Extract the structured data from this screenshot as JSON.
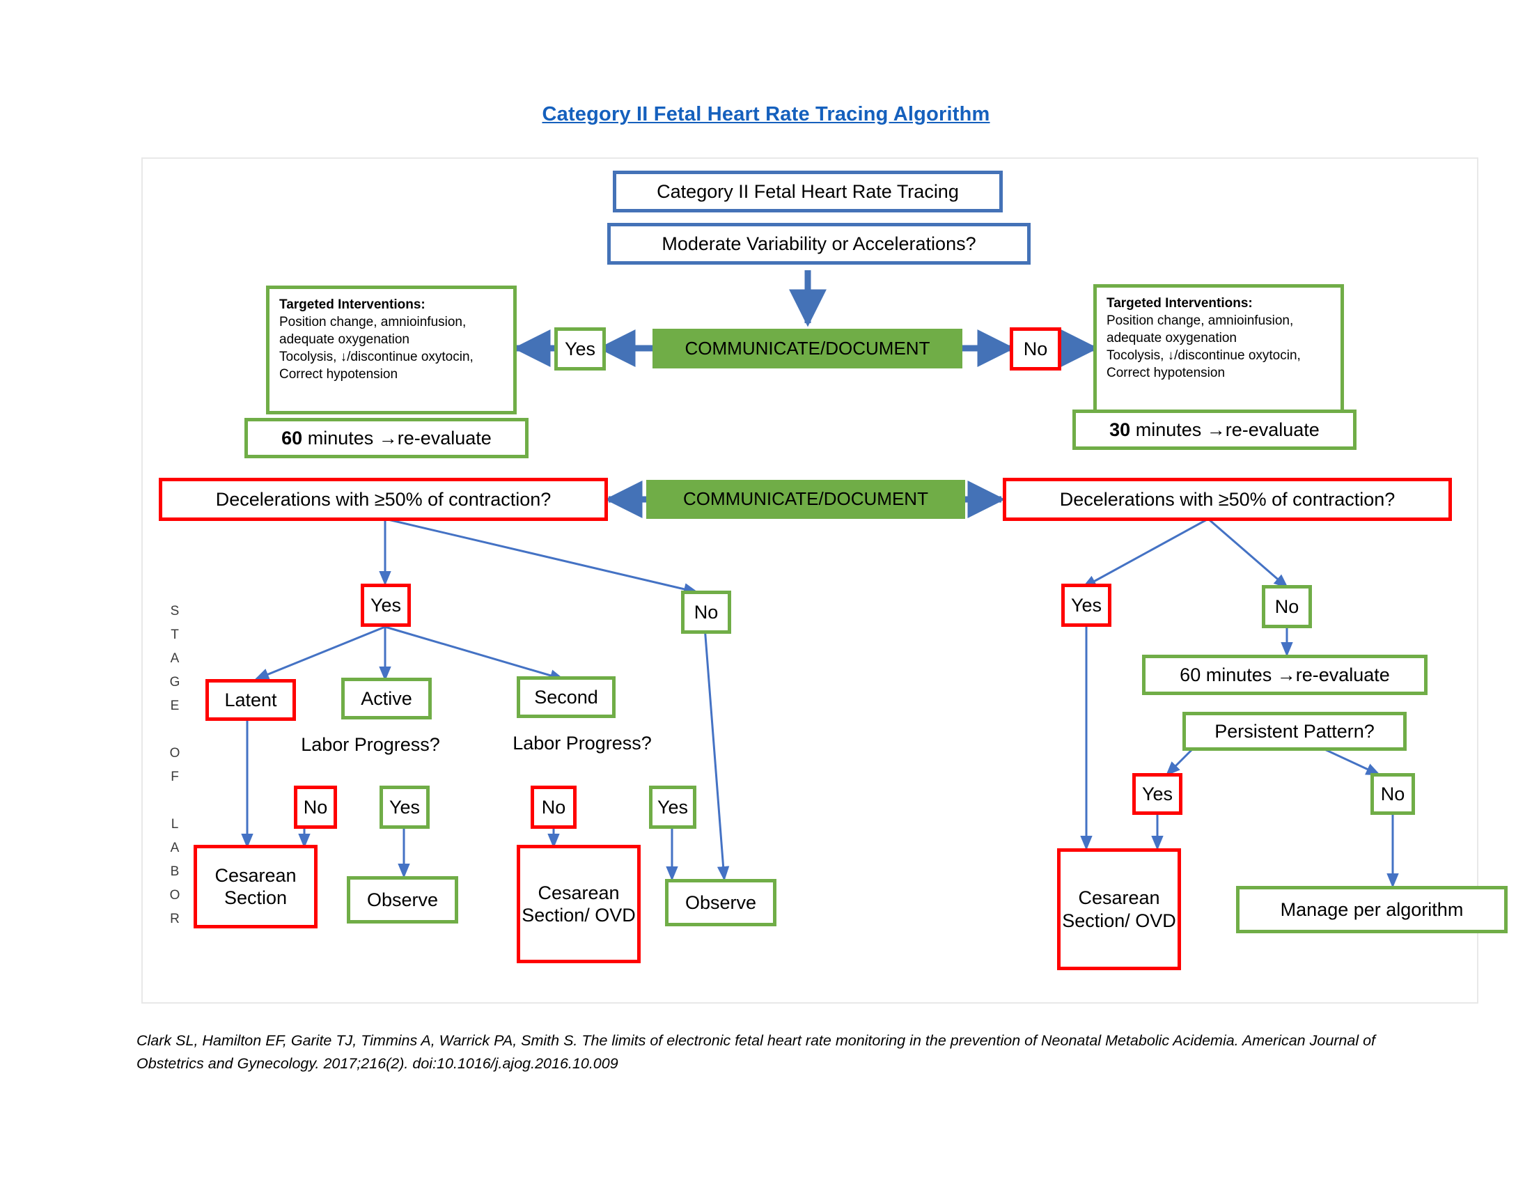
{
  "title": "Category II Fetal Heart Rate Tracing Algorithm",
  "top": {
    "tracing_box": "Category II Fetal Heart Rate Tracing",
    "question_box": "Moderate Variability or Accelerations?"
  },
  "communicate": {
    "row1": "COMMUNICATE/DOCUMENT",
    "row2": "COMMUNICATE/DOCUMENT"
  },
  "branch_labels": {
    "yes": "Yes",
    "no": "No"
  },
  "targeted_interventions": {
    "heading": "Targeted Interventions:",
    "lines": [
      "Position change, amnioinfusion,",
      "adequate oxygenation",
      "Tocolysis, ↓/discontinue oxytocin,",
      "Correct hypotension"
    ]
  },
  "reevaluate": {
    "left_bold": "60",
    "left_rest": " minutes →re-evaluate",
    "right_bold": "30",
    "right_rest": " minutes →re-evaluate",
    "right_branch": "60 minutes →re-evaluate"
  },
  "decelerations": {
    "left": "Decelerations with ≥50% of contraction?",
    "right": "Decelerations with ≥50% of contraction?"
  },
  "left_branch": {
    "yes": "Yes",
    "no": "No",
    "stages": [
      "Latent",
      "Active",
      "Second"
    ],
    "labor_progress_1": "Labor Progress?",
    "labor_progress_2": "Labor Progress?",
    "lp1_no": "No",
    "lp1_yes": "Yes",
    "lp2_no": "No",
    "lp2_yes": "Yes",
    "cesarean_section": "Cesarean Section",
    "observe_1": "Observe",
    "cesarean_ovd": "Cesarean Section/ OVD",
    "observe_2": "Observe"
  },
  "right_branch": {
    "yes": "Yes",
    "no": "No",
    "persistent_pattern": "Persistent Pattern?",
    "pp_yes": "Yes",
    "pp_no": "No",
    "cesarean_ovd": "Cesarean Section/ OVD",
    "manage": "Manage per algorithm"
  },
  "stage_of_labor_letters": [
    "S",
    "T",
    "A",
    "G",
    "E",
    "",
    "O",
    "F",
    "",
    "L",
    "A",
    "B",
    "O",
    "R"
  ],
  "citation": "Clark SL, Hamilton EF, Garite TJ, Timmins A, Warrick PA, Smith S. The limits of electronic fetal heart rate monitoring in the prevention of Neonatal Metabolic Acidemia. American Journal of Obstetrics and Gynecology. 2017;216(2). doi:10.1016/j.ajog.2016.10.009",
  "colors": {
    "title_blue": "#1560BD",
    "box_blue": "#4472B7",
    "box_green": "#70AD47",
    "box_red": "#FF0000",
    "fill_green": "#70AD47",
    "arrow_blue": "#4472B7",
    "thin_arrow_blue": "#4472C4"
  }
}
